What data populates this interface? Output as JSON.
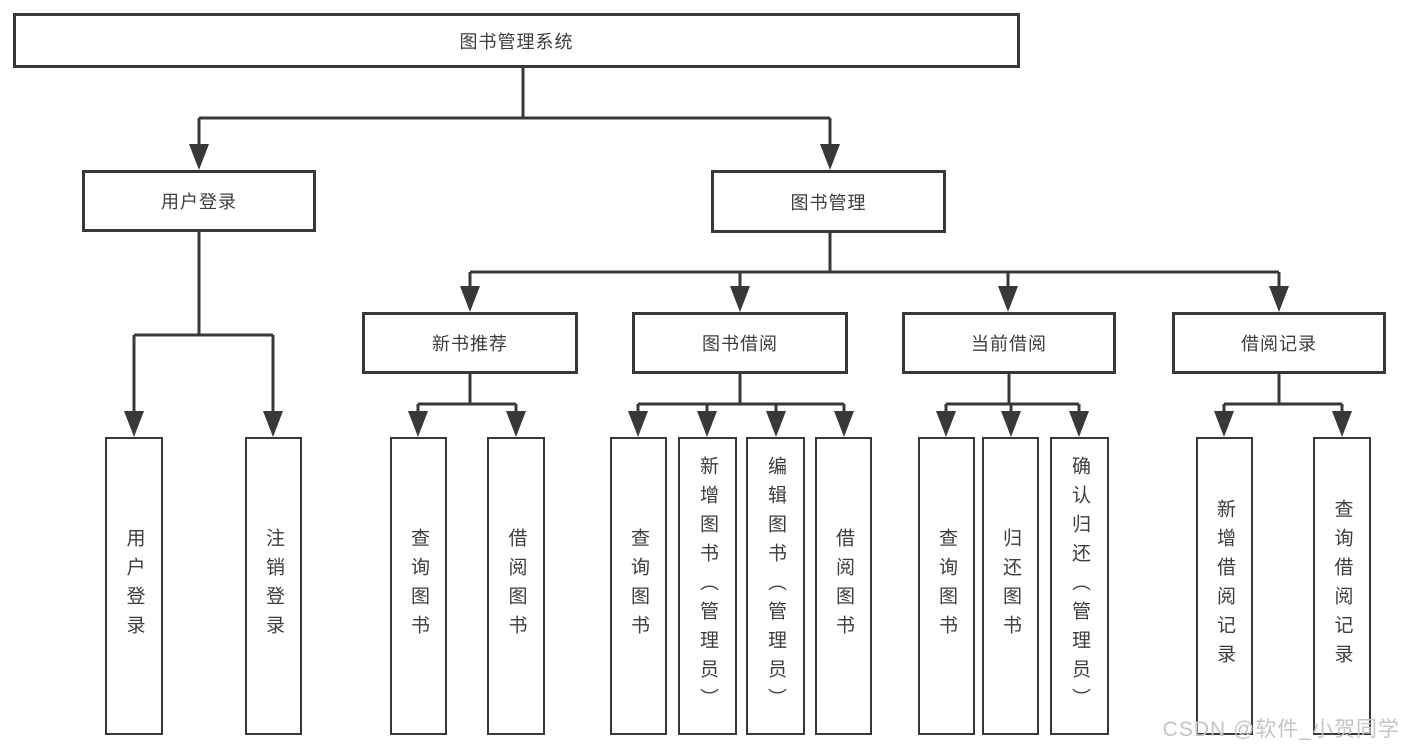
{
  "diagram": {
    "root": {
      "label": "图书管理系统"
    },
    "level2": [
      {
        "label": "用户登录"
      },
      {
        "label": "图书管理"
      }
    ],
    "level3": [
      {
        "label": "新书推荐"
      },
      {
        "label": "图书借阅"
      },
      {
        "label": "当前借阅"
      },
      {
        "label": "借阅记录"
      }
    ],
    "leaves": {
      "user_login": [
        "用户登录",
        "注销登录"
      ],
      "new_book": [
        "查询图书",
        "借阅图书"
      ],
      "borrow": [
        "查询图书",
        "新增图书（管理员）",
        "编辑图书（管理员）",
        "借阅图书"
      ],
      "current": [
        "查询图书",
        "归还图书",
        "确认归还（管理员）"
      ],
      "records": [
        "新增借阅记录",
        "查询借阅记录"
      ]
    }
  },
  "colors": {
    "line": "#383838",
    "text": "#3d3d3d",
    "box_bg": "#ffffff",
    "watermark": "#c4c4c4"
  },
  "watermark": {
    "text": "CSDN @软件_小贺同学"
  }
}
